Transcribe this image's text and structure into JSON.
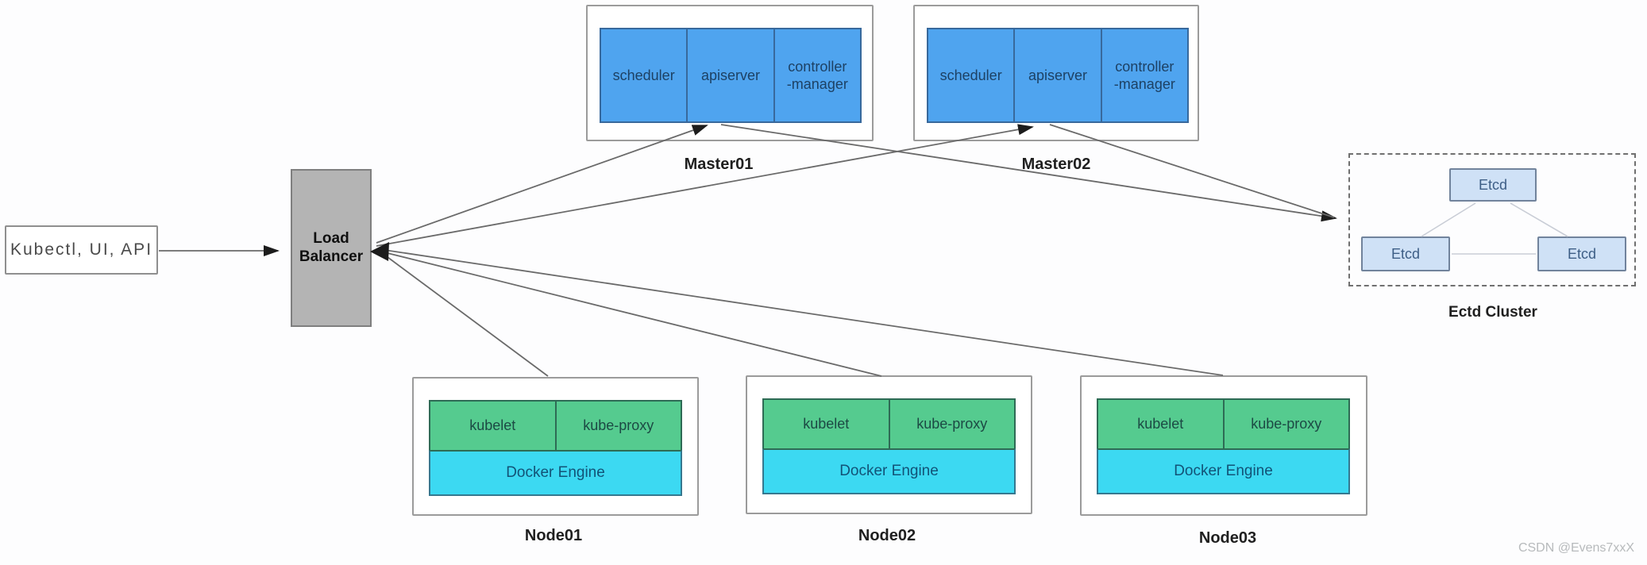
{
  "client_box": {
    "label": "Kubectl, UI, API"
  },
  "load_balancer": {
    "label": "Load\nBalancer"
  },
  "masters": [
    {
      "name": "Master01",
      "components": [
        "scheduler",
        "apiserver",
        "controller\n-manager"
      ]
    },
    {
      "name": "Master02",
      "components": [
        "scheduler",
        "apiserver",
        "controller\n-manager"
      ]
    }
  ],
  "etcd_cluster": {
    "label": "Ectd Cluster",
    "nodes": [
      "Etcd",
      "Etcd",
      "Etcd"
    ]
  },
  "worker_nodes": [
    {
      "name": "Node01",
      "components": [
        "kubelet",
        "kube-proxy"
      ],
      "engine": "Docker Engine"
    },
    {
      "name": "Node02",
      "components": [
        "kubelet",
        "kube-proxy"
      ],
      "engine": "Docker Engine"
    },
    {
      "name": "Node03",
      "components": [
        "kubelet",
        "kube-proxy"
      ],
      "engine": "Docker Engine"
    }
  ],
  "watermark": "CSDN @Evens7xxX",
  "colors": {
    "master_component_fill": "#4FA4EF",
    "node_component_fill": "#55CB8F",
    "docker_engine_fill": "#3CD9F2",
    "etcd_fill": "#CFE1F6",
    "load_balancer_fill": "#B4B4B4",
    "connector_line": "#6A6A6A",
    "arrowhead": "#1C1C1C"
  }
}
